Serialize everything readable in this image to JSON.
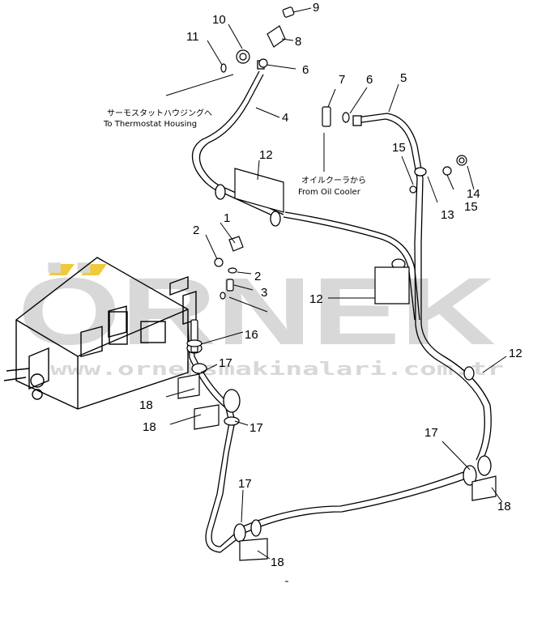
{
  "watermark": {
    "brand": "ÖRNEK",
    "url": "www.orneksmakinalari.com.tr",
    "color": "#d8d8d8",
    "accent_color": "#f2c93b"
  },
  "notes": {
    "thermostat_jp": "サーモスタットハウジングへ",
    "thermostat_en": "To Thermostat Housing",
    "oil_cooler_jp": "オイルクーラから",
    "oil_cooler_en": "From Oil Cooler"
  },
  "callouts": [
    {
      "id": "c9",
      "text": "9"
    },
    {
      "id": "c10",
      "text": "10"
    },
    {
      "id": "c8",
      "text": "8"
    },
    {
      "id": "c11",
      "text": "11"
    },
    {
      "id": "c6a",
      "text": "6"
    },
    {
      "id": "c4",
      "text": "4"
    },
    {
      "id": "c7",
      "text": "7"
    },
    {
      "id": "c6b",
      "text": "6"
    },
    {
      "id": "c5",
      "text": "5"
    },
    {
      "id": "c12a",
      "text": "12"
    },
    {
      "id": "c15a",
      "text": "15"
    },
    {
      "id": "c14",
      "text": "14"
    },
    {
      "id": "c13",
      "text": "13"
    },
    {
      "id": "c15b",
      "text": "15"
    },
    {
      "id": "c1",
      "text": "1"
    },
    {
      "id": "c2a",
      "text": "2"
    },
    {
      "id": "c2b",
      "text": "2"
    },
    {
      "id": "c3",
      "text": "3"
    },
    {
      "id": "c12b",
      "text": "12"
    },
    {
      "id": "c16",
      "text": "16"
    },
    {
      "id": "c17a",
      "text": "17"
    },
    {
      "id": "c12c",
      "text": "12"
    },
    {
      "id": "c18a",
      "text": "18"
    },
    {
      "id": "c18b",
      "text": "18"
    },
    {
      "id": "c17b",
      "text": "17"
    },
    {
      "id": "c17c",
      "text": "17"
    },
    {
      "id": "c17d",
      "text": "17"
    },
    {
      "id": "c18c",
      "text": "18"
    },
    {
      "id": "c18d",
      "text": "18"
    }
  ]
}
